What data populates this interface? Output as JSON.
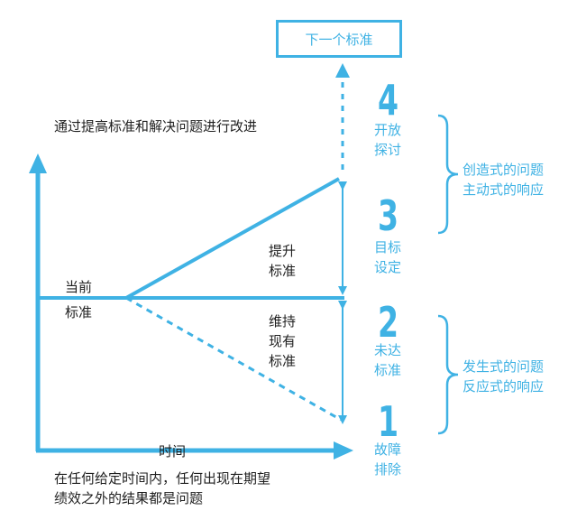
{
  "next_standard": "下一个标准",
  "heading": "通过提高标准和解决问题进行改进",
  "current_standard": [
    "当前",
    "标准"
  ],
  "raise_standard": [
    "提升",
    "标准"
  ],
  "maintain_standard": [
    "维持",
    "现有",
    "标准"
  ],
  "x_axis_label": "时间",
  "footer": [
    "在任何给定时间内，任何出现在期望",
    "绩效之外的结果都是问题"
  ],
  "steps": [
    {
      "number": "4",
      "lines": [
        "开放",
        "探讨"
      ]
    },
    {
      "number": "3",
      "lines": [
        "目标",
        "设定"
      ]
    },
    {
      "number": "2",
      "lines": [
        "未达",
        "标准"
      ]
    },
    {
      "number": "1",
      "lines": [
        "故障",
        "排除"
      ]
    }
  ],
  "groups": [
    {
      "lines": [
        "创造式的问题",
        "主动式的响应"
      ]
    },
    {
      "lines": [
        "发生式的问题",
        "反应式的响应"
      ]
    }
  ],
  "colors": {
    "accent": "#3fb2e4",
    "text": "#1f1f1f"
  }
}
